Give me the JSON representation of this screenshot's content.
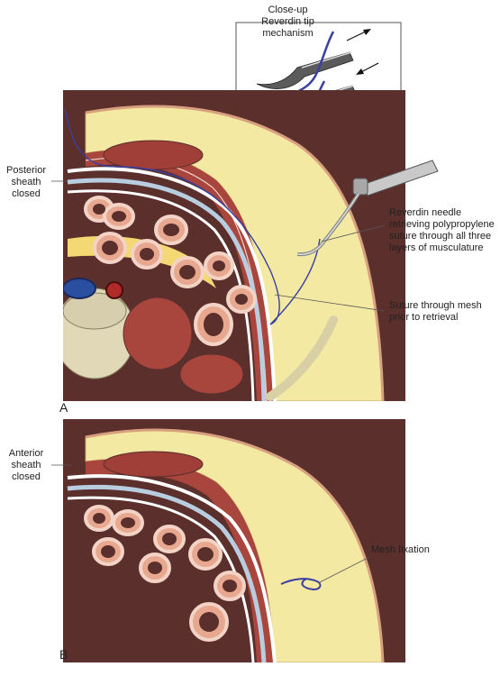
{
  "figure": {
    "inset": {
      "title": [
        "Close-up",
        "Reverdin tip",
        "mechanism"
      ]
    },
    "panel_a": {
      "letter": "A",
      "labels": {
        "posterior_sheath": [
          "Posterior",
          "sheath",
          "closed"
        ],
        "reverdin": [
          "Reverdin needle",
          "retrieving polypropylene",
          "suture through all three",
          "layers of musculature"
        ],
        "suture_mesh": [
          "Suture through mesh",
          "prior to retrieval"
        ]
      }
    },
    "panel_b": {
      "letter": "B",
      "labels": {
        "anterior_sheath": [
          "Anterior",
          "sheath",
          "closed"
        ],
        "mesh_fixation": "Mesh fixation"
      }
    },
    "colors": {
      "fat": "#f3e9a3",
      "muscle": "#a8453d",
      "cavity": "#5a2f2c",
      "fascia": "#b9cde0",
      "skin": "#e8bfa5",
      "bowel_wall": "#e8a890",
      "suture": "#3a3fa0"
    }
  }
}
